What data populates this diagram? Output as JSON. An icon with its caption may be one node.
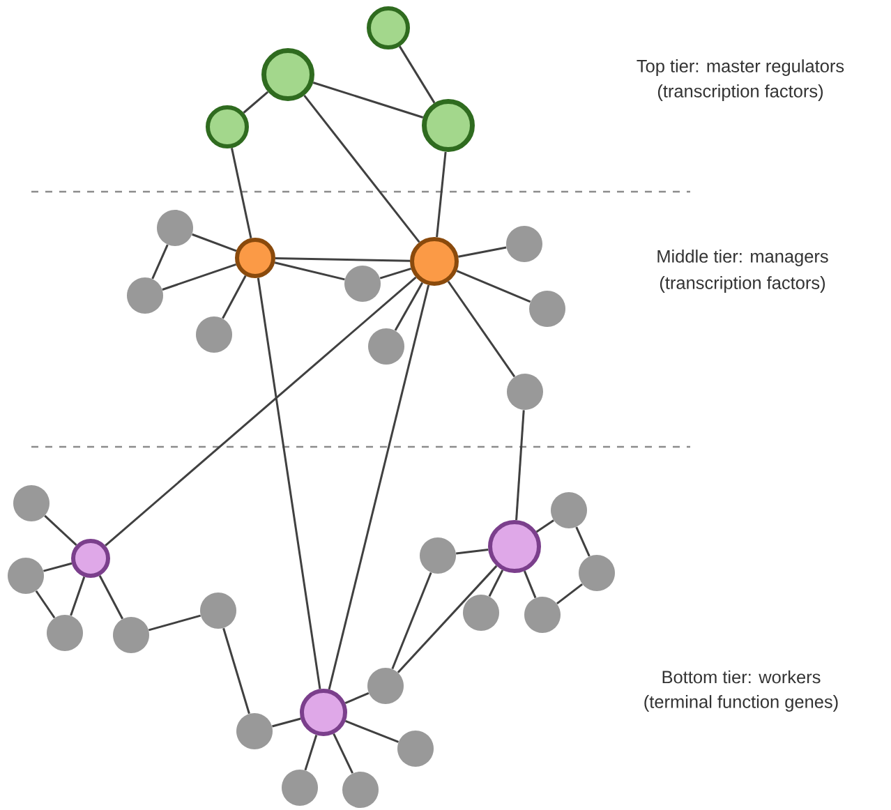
{
  "diagram": {
    "nodes": [
      {
        "text": [],
        "shape": "circle"
      },
      {
        "text": [],
        "shape": "circle"
      },
      {
        "text": [],
        "shape": "circle"
      },
      {
        "text": [],
        "shape": "circle"
      },
      {
        "text": [],
        "shape": "circle"
      },
      {
        "text": [],
        "shape": "circle"
      },
      {
        "text": [],
        "shape": "circle"
      },
      {
        "text": [],
        "shape": "circle"
      },
      {
        "text": [],
        "shape": "circle"
      },
      {
        "text": [],
        "shape": "circle"
      },
      {
        "text": [],
        "shape": "circle"
      },
      {
        "text": [],
        "shape": "circle"
      },
      {
        "text": [],
        "shape": "circle"
      },
      {
        "text": [],
        "shape": "circle"
      },
      {
        "text": [],
        "shape": "circle"
      },
      {
        "text": [],
        "shape": "circle"
      },
      {
        "text": [],
        "shape": "circle"
      },
      {
        "text": [],
        "shape": "circle"
      },
      {
        "text": [],
        "shape": "circle"
      },
      {
        "text": [],
        "shape": "circle"
      },
      {
        "text": [],
        "shape": "circle"
      },
      {
        "text": [],
        "shape": "circle"
      },
      {
        "text": [],
        "shape": "circle"
      },
      {
        "text": [],
        "shape": "circle"
      },
      {
        "text": [],
        "shape": "circle"
      },
      {
        "text": [],
        "shape": "circle"
      },
      {
        "text": [],
        "shape": "circle"
      },
      {
        "text": [],
        "shape": "circle"
      },
      {
        "text": [],
        "shape": "circle"
      },
      {
        "text": [],
        "shape": "circle"
      },
      {
        "text": [],
        "shape": "circle"
      },
      {
        "text": [],
        "shape": "circle"
      }
    ],
    "edges": [
      {
        "from": 0,
        "to": 3,
        "arrow": "none"
      },
      {
        "from": 1,
        "to": 3,
        "arrow": "none"
      },
      {
        "from": 1,
        "to": 2,
        "arrow": "none"
      },
      {
        "from": 2,
        "to": 4,
        "arrow": "none"
      },
      {
        "from": 1,
        "to": 5,
        "arrow": "none"
      },
      {
        "from": 3,
        "to": 5,
        "arrow": "none"
      },
      {
        "from": 4,
        "to": 6,
        "arrow": "none"
      },
      {
        "from": 6,
        "to": 8,
        "arrow": "none"
      },
      {
        "from": 4,
        "to": 8,
        "arrow": "none"
      },
      {
        "from": 4,
        "to": 11,
        "arrow": "none"
      },
      {
        "from": 4,
        "to": 5,
        "arrow": "none"
      },
      {
        "from": 4,
        "to": 9,
        "arrow": "none"
      },
      {
        "from": 9,
        "to": 5,
        "arrow": "none"
      },
      {
        "from": 5,
        "to": 7,
        "arrow": "none"
      },
      {
        "from": 5,
        "to": 10,
        "arrow": "none"
      },
      {
        "from": 5,
        "to": 12,
        "arrow": "none"
      },
      {
        "from": 5,
        "to": 13,
        "arrow": "none"
      },
      {
        "from": 4,
        "to": 27,
        "arrow": "none"
      },
      {
        "from": 5,
        "to": 17,
        "arrow": "none"
      },
      {
        "from": 5,
        "to": 27,
        "arrow": "none"
      },
      {
        "from": 13,
        "to": 15,
        "arrow": "none"
      },
      {
        "from": 17,
        "to": 14,
        "arrow": "none"
      },
      {
        "from": 17,
        "to": 19,
        "arrow": "none"
      },
      {
        "from": 19,
        "to": 22,
        "arrow": "none"
      },
      {
        "from": 17,
        "to": 22,
        "arrow": "none"
      },
      {
        "from": 17,
        "to": 23,
        "arrow": "none"
      },
      {
        "from": 23,
        "to": 21,
        "arrow": "none"
      },
      {
        "from": 21,
        "to": 28,
        "arrow": "none"
      },
      {
        "from": 28,
        "to": 27,
        "arrow": "none"
      },
      {
        "from": 15,
        "to": 16,
        "arrow": "none"
      },
      {
        "from": 16,
        "to": 20,
        "arrow": "none"
      },
      {
        "from": 20,
        "to": 25,
        "arrow": "none"
      },
      {
        "from": 15,
        "to": 25,
        "arrow": "none"
      },
      {
        "from": 15,
        "to": 24,
        "arrow": "none"
      },
      {
        "from": 15,
        "to": 18,
        "arrow": "none"
      },
      {
        "from": 18,
        "to": 26,
        "arrow": "none"
      },
      {
        "from": 15,
        "to": 26,
        "arrow": "none"
      },
      {
        "from": 27,
        "to": 26,
        "arrow": "none"
      },
      {
        "from": 27,
        "to": 29,
        "arrow": "none"
      },
      {
        "from": 27,
        "to": 30,
        "arrow": "none"
      },
      {
        "from": 27,
        "to": 31,
        "arrow": "none"
      }
    ],
    "labels": [
      "Top tier: master regulators",
      "(transcription factors)",
      "Middle tier: managers",
      "(transcription factors)",
      "Bottom tier: workers",
      "(terminal function genes)"
    ]
  }
}
